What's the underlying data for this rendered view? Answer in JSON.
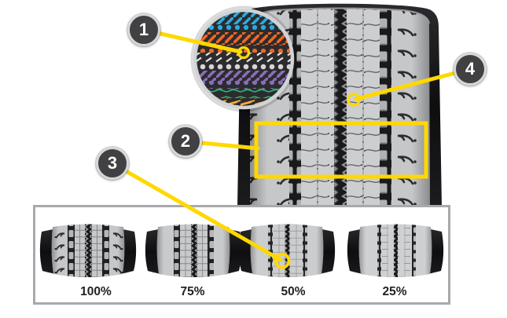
{
  "callouts": [
    {
      "number": "1"
    },
    {
      "number": "2"
    },
    {
      "number": "3"
    },
    {
      "number": "4"
    }
  ],
  "wear_panel": {
    "stages": [
      {
        "label": "100%"
      },
      {
        "label": "75%"
      },
      {
        "label": "50%"
      },
      {
        "label": "25%"
      }
    ]
  },
  "colors": {
    "accent_yellow": "#FFD800",
    "callout_fill": "#414042",
    "callout_ring": "#D8D8D9",
    "panel_border": "#A7A9AC",
    "tread_gray": "#C9CACC",
    "groove_dark": "#1A1A1C",
    "inset_layer_blue": "#29ABE2",
    "inset_layer_orange": "#F26722",
    "inset_layer_white": "#E6E6E6",
    "inset_layer_purple": "#8A6DB9",
    "inset_layer_green": "#2BB673",
    "inset_layer_amber": "#FBB03B"
  }
}
